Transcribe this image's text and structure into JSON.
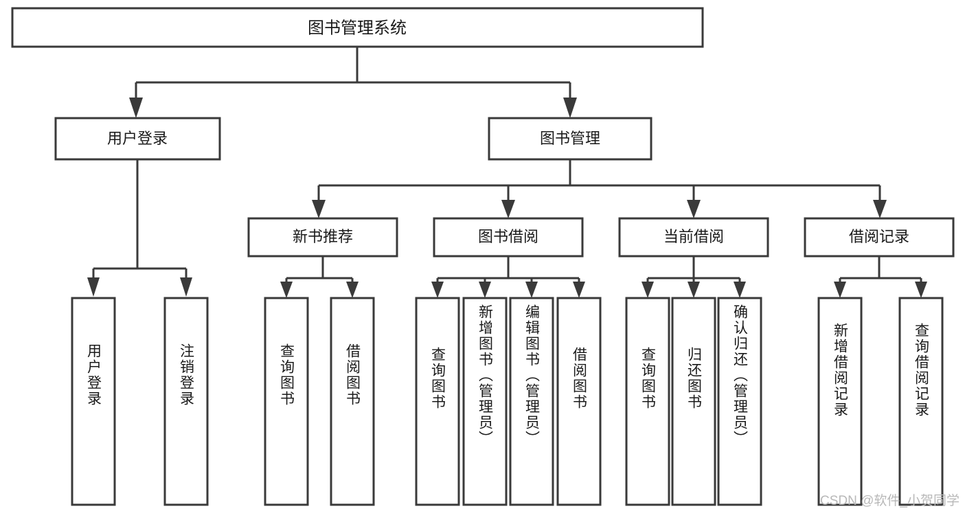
{
  "diagram": {
    "type": "tree",
    "orientation": "top-down",
    "title": "图书管理系统",
    "watermark": "CSDN @软件_小贺同学",
    "colors": {
      "stroke": "#3a3a3a",
      "fill": "#ffffff",
      "text": "#1a1a1a",
      "watermark": "#b8b8b8",
      "background": "#ffffff"
    },
    "root": {
      "label": "图书管理系统"
    },
    "level2": [
      {
        "label": "用户登录"
      },
      {
        "label": "图书管理"
      }
    ],
    "level3": [
      {
        "label": "新书推荐"
      },
      {
        "label": "图书借阅"
      },
      {
        "label": "当前借阅"
      },
      {
        "label": "借阅记录"
      }
    ],
    "leaves": {
      "user_login": [
        {
          "label": "用户登录"
        },
        {
          "label": "注销登录"
        }
      ],
      "new_book_recommend": [
        {
          "label": "查询图书"
        },
        {
          "label": "借阅图书"
        }
      ],
      "book_borrow": [
        {
          "label": "查询图书"
        },
        {
          "label": "新增图书（管理员）"
        },
        {
          "label": "编辑图书（管理员）"
        },
        {
          "label": "借阅图书"
        }
      ],
      "current_borrow": [
        {
          "label": "查询图书"
        },
        {
          "label": "归还图书"
        },
        {
          "label": "确认归还（管理员）"
        }
      ],
      "borrow_record": [
        {
          "label": "新增借阅记录"
        },
        {
          "label": "查询借阅记录"
        }
      ]
    }
  }
}
